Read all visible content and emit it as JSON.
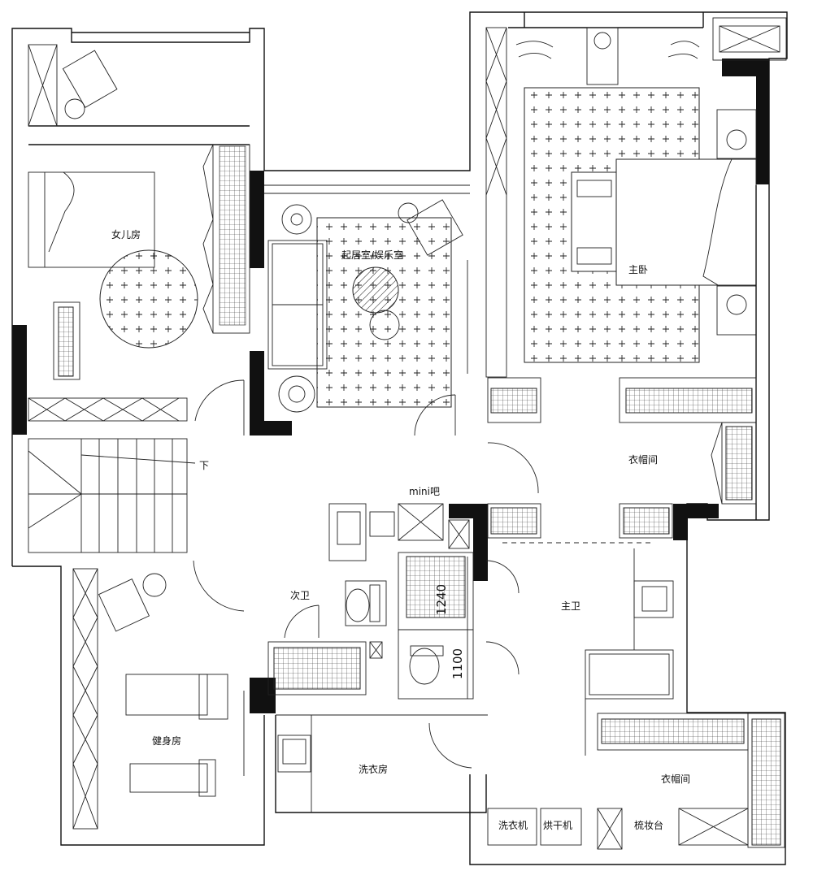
{
  "rooms": {
    "daughter": "女儿房",
    "living": "起居室/娱乐室",
    "master": "主卧",
    "closet_upper": "衣帽间",
    "mini_bar": "mini吧",
    "second_bath": "次卫",
    "master_bath": "主卫",
    "gym": "健身房",
    "laundry": "洗衣房",
    "closet_lower": "衣帽间",
    "vanity": "梳妆台",
    "washer": "洗衣机",
    "dryer": "烘干机"
  },
  "annotations": {
    "stair_down": "下",
    "dim_1240": "1240",
    "dim_1100": "1100"
  }
}
